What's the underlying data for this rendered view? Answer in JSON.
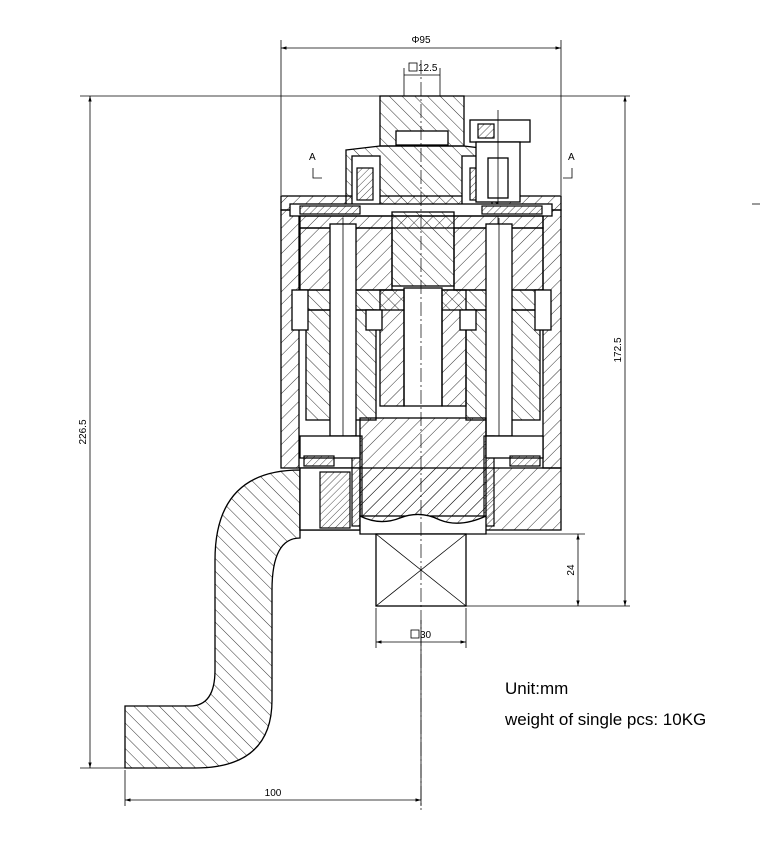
{
  "drawing": {
    "dimensions": {
      "top_diameter": "Φ95",
      "top_square": "12.5",
      "left_height": "226.5",
      "right_height": "172.5",
      "bottom_height": "24",
      "bottom_square": "30",
      "bottom_length": "100"
    },
    "section_labels": {
      "left": "A",
      "right": "A"
    },
    "notes": {
      "unit": "Unit:mm",
      "weight": "weight of single pcs: 10KG"
    }
  }
}
